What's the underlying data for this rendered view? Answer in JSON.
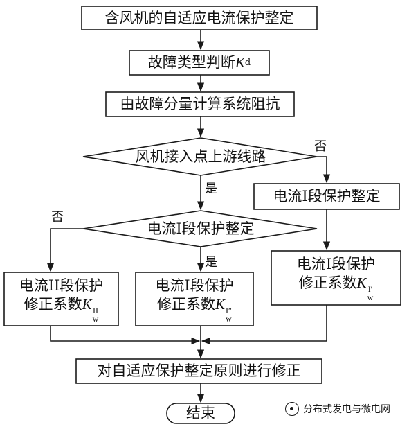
{
  "flowchart": {
    "start": "含风机的自适应电流保护整定",
    "fault_type_prefix": "故障类型判断",
    "fault_type_var": "K",
    "fault_type_sub": "d",
    "impedance": "由故障分量计算系统阻抗",
    "decision_wind": "风机接入点上游线路",
    "decision_wind_no": "否",
    "decision_wind_yes": "是",
    "current_i_setting_right": "电流I段保护整定",
    "decision_current_i": "电流I段保护整定",
    "decision_current_i_no": "否",
    "decision_current_i_yes": "是",
    "box_ii_line1": "电流II段保护",
    "box_ii_line2": "修正系数",
    "box_ii_var": "K",
    "box_ii_sup": "II",
    "box_ii_sub": "w",
    "box_i2_line1": "电流I段保护",
    "box_i2_line2": "修正系数",
    "box_i2_var": "K",
    "box_i2_sup": "I″",
    "box_i2_sub": "w",
    "box_i1_line1": "电流I段保护",
    "box_i1_line2": "修正系数",
    "box_i1_var": "K",
    "box_i1_sup": "I′",
    "box_i1_sub": "w",
    "correction": "对自适应保护整定原则进行修正",
    "end": "结束"
  },
  "watermark": "分布式发电与微电网"
}
